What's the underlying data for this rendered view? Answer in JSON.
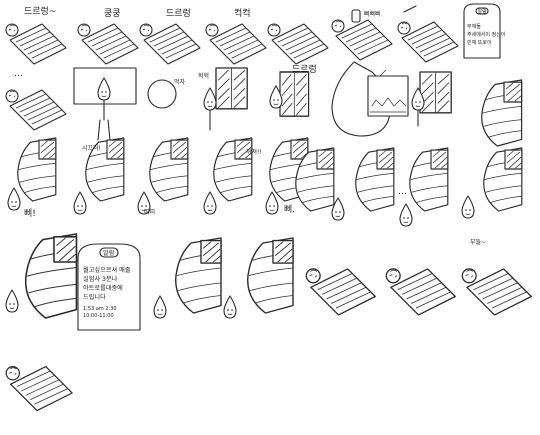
{
  "sfx": {
    "snore1": "드르렁~",
    "thump": "쿵쿵",
    "snore2": "드르렁",
    "snort": "컥컥",
    "panel6": "삐삐삐",
    "ellipsis1": "…",
    "panel11": "먹자",
    "panel12": "헉헉",
    "snore3": "드르렁",
    "beep1": "삐!",
    "panel19": "시끄러!",
    "panel20": "띠띠",
    "panel22": "꺼져!!",
    "beep2": "삐.",
    "ellipsis2": "…",
    "shiver": "부들~"
  },
  "phone_small": {
    "top": "알람",
    "lines": [
      "무재들",
      "주세에서이 정신이",
      "민재 또로이"
    ]
  },
  "phone_large": {
    "top": "알람",
    "lines": [
      "월고싶으르셔 매줄",
      "실험사 3분나",
      "아트로를대중에",
      "드립니다"
    ],
    "time": "1:53 am 2:30",
    "foot": "10:00-11:00"
  },
  "icons": [
    "sleeping-character-icon",
    "window-icon",
    "phone-icon",
    "bed-icon",
    "building-icon"
  ]
}
